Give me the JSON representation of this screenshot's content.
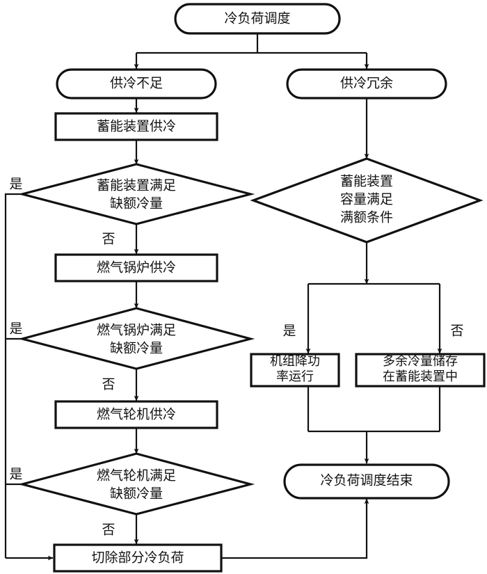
{
  "diagram": {
    "title": "冷负荷调度",
    "type": "flowchart",
    "language": "zh-CN",
    "colors": {
      "stroke": "#111111",
      "fill": "#ffffff",
      "background": "#ffffff"
    }
  },
  "nodes": {
    "start": {
      "label": "冷负荷调度",
      "shape": "stadium"
    },
    "branch_deficit": {
      "label": "供冷不足",
      "shape": "stadium"
    },
    "branch_surplus": {
      "label": "供冷冗余",
      "shape": "stadium"
    },
    "storage_supply": {
      "label": "蓄能装置供冷",
      "shape": "rectangle"
    },
    "decision_storage": {
      "line1": "蓄能装置满足",
      "line2": "缺额冷量",
      "shape": "diamond"
    },
    "boiler_supply": {
      "label": "燃气锅炉供冷",
      "shape": "rectangle"
    },
    "decision_boiler": {
      "line1": "燃气锅炉满足",
      "line2": "缺额冷量",
      "shape": "diamond"
    },
    "turbine_supply": {
      "label": "燃气轮机供冷",
      "shape": "rectangle"
    },
    "decision_turbine": {
      "line1": "燃气轮机满足",
      "line2": "缺额冷量",
      "shape": "diamond"
    },
    "shed_load": {
      "label": "切除部分冷负荷",
      "shape": "rectangle"
    },
    "decision_capacity": {
      "line1": "蓄能装置",
      "line2": "容量满足",
      "line3": "满额条件",
      "shape": "diamond"
    },
    "derate_unit": {
      "line1": "机组降功",
      "line2": "率运行",
      "shape": "rectangle"
    },
    "store_surplus": {
      "line1": "多余冷量储存",
      "line2": "在蓄能装置中",
      "shape": "rectangle"
    },
    "end": {
      "label": "冷负荷调度结束",
      "shape": "stadium"
    }
  },
  "edge_labels": {
    "yes": "是",
    "no": "否",
    "storage_yes": "是",
    "storage_no": "否",
    "boiler_yes": "是",
    "boiler_no": "否",
    "turbine_yes": "是",
    "turbine_no": "否",
    "capacity_yes": "是",
    "capacity_no": "否"
  }
}
